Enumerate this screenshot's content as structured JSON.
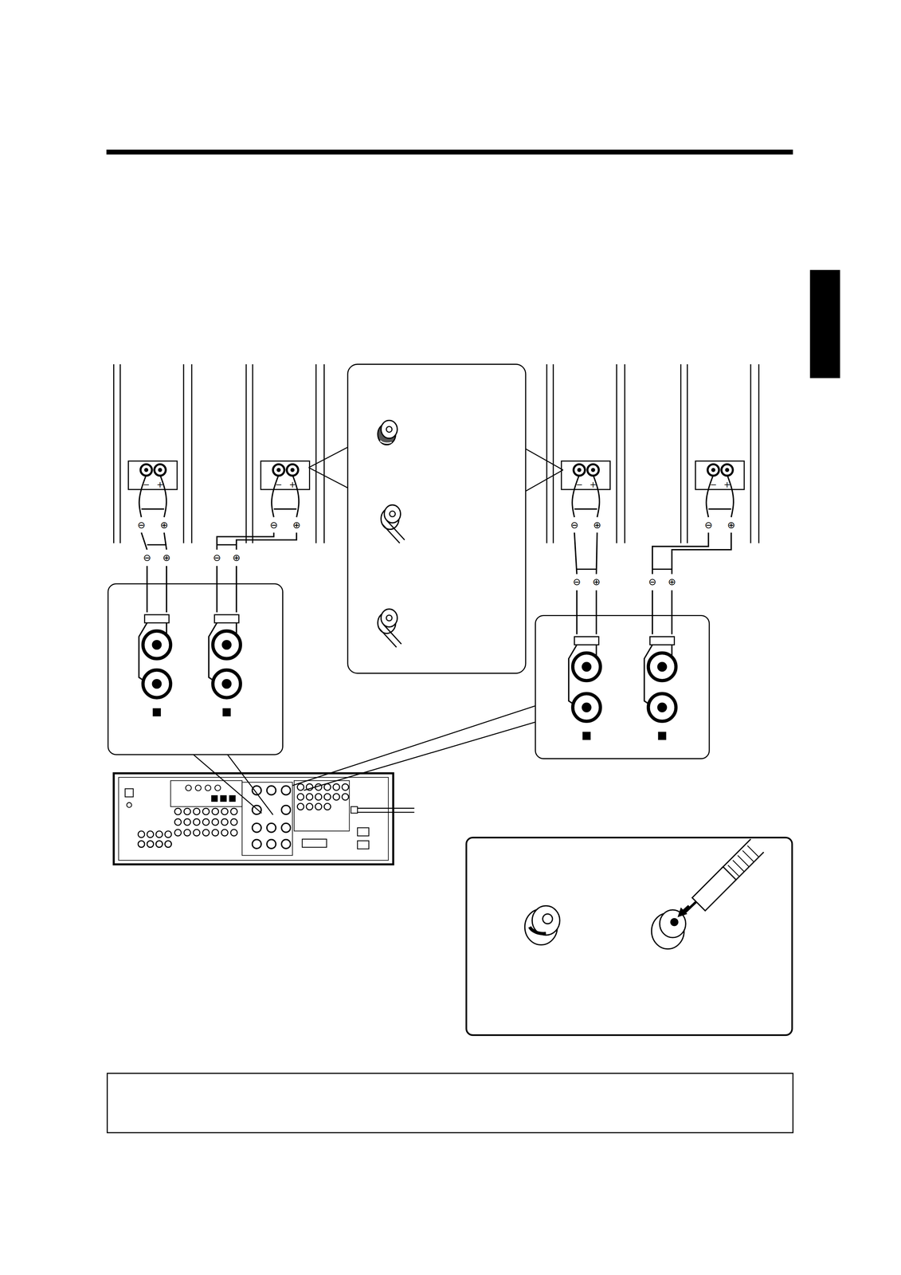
{
  "diagram": {
    "labels": [
      "−",
      "+",
      "⊖",
      "⊕",
      "⊖",
      "⊕",
      "−",
      "+",
      "⊖",
      "⊕",
      "⊖",
      "⊕",
      "−",
      "+",
      "⊖",
      "⊕",
      "⊖",
      "⊕",
      "−",
      "+",
      "⊖",
      "⊕",
      "⊖",
      "⊕"
    ]
  }
}
